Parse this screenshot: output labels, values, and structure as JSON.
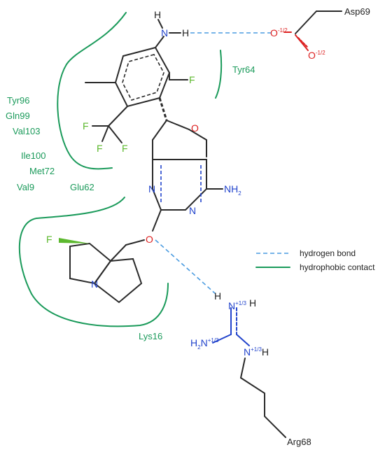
{
  "atoms": {
    "h_amine": "H",
    "n_amine": "N",
    "h_amine2": "H",
    "f_aryl": "F",
    "cf3_f1": "F",
    "cf3_f2": "F",
    "cf3_f3": "F",
    "o_pyran": "O",
    "n_pyr1": "N",
    "n_pyr2": "N",
    "nh2": "NH",
    "nh2_sub": "2",
    "o_ether": "O",
    "f_pyrrol": "F",
    "n_pyrrol": "N",
    "o_asp1": "O",
    "o_asp1_sup": "-1/2",
    "o_asp2": "O",
    "o_asp2_sup": "-1/2",
    "arg_h1": "H",
    "arg_n1": "N",
    "arg_n1_sup": "+1/3",
    "arg_h2": "H",
    "arg_nh2": "H",
    "arg_nh2_sub": "2",
    "arg_nh2_n": "N",
    "arg_nh2_sup": "+1/3",
    "arg_n3": "N",
    "arg_n3_sup": "+1/3",
    "arg_h3": "H"
  },
  "residues": {
    "asp69": "Asp69",
    "tyr64": "Tyr64",
    "tyr96": "Tyr96",
    "gln99": "Gln99",
    "val103": "Val103",
    "ile100": "Ile100",
    "met72": "Met72",
    "val9": "Val9",
    "glu62": "Glu62",
    "lys16": "Lys16",
    "arg68": "Arg68"
  },
  "legend": {
    "hbond": "hydrogen bond",
    "hydrophobic": "hydrophobic contact"
  },
  "colors": {
    "hbond": "#4a9be0",
    "hydrophobic": "#1a9a5a",
    "nitrogen": "#2244cc",
    "oxygen": "#dd2222",
    "fluorine": "#5cb82e"
  }
}
